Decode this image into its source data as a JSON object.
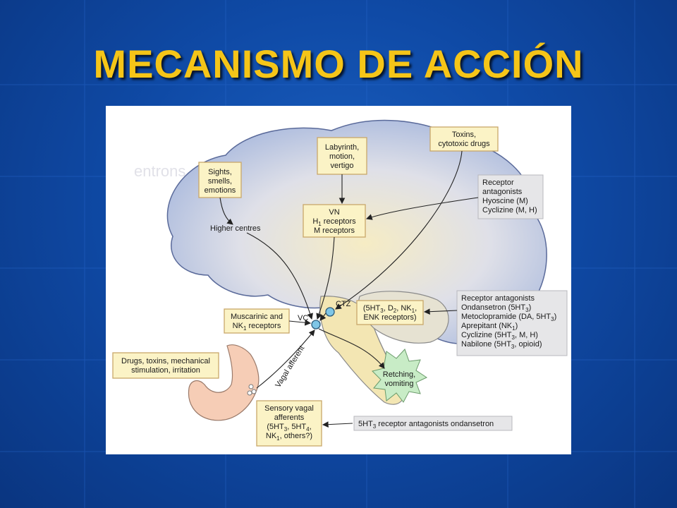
{
  "slide": {
    "title": "MECANISMO DE ACCIÓN"
  },
  "colors": {
    "background": "#0f4aa6",
    "title": "#f5c518",
    "box_fill": "#fbf3c6",
    "box_stroke": "#c9a76a",
    "grey_panel": "#e6e6e8",
    "brain_fill": "#f3e6b3",
    "stomach_fill": "#f6cdb6",
    "star_fill": "#c8ecc6"
  },
  "diagram": {
    "ghost_text": "entrons",
    "boxes": {
      "sights": [
        "Sights,",
        "smells,",
        "emotions"
      ],
      "labyrinth": [
        "Labyrinth,",
        "motion,",
        "vertigo"
      ],
      "toxins": [
        "Toxins,",
        "cytotoxic drugs"
      ],
      "vn": [
        "VN",
        "H",
        " receptors",
        "M receptors"
      ],
      "muscarinic": [
        "Muscarinic and",
        "NK",
        " receptors"
      ],
      "ctz_receptors": [
        "(5HT",
        ", D",
        ", NK",
        ",",
        "ENK receptors)"
      ],
      "drugs": [
        "Drugs, toxins, mechanical",
        "stimulation, irritation"
      ],
      "sensory": [
        "Sensory vagal",
        "afferents",
        "(5HT",
        ", 5HT",
        ",",
        "NK",
        ", others?)"
      ]
    },
    "panels": {
      "receptor_top": [
        "Receptor",
        "antagonists",
        "Hyoscine (M)",
        "Cyclizine (M, H)"
      ],
      "receptor_right": [
        "Receptor antagonists",
        "Ondansetron (5HT",
        ")",
        "Metoclopramide (DA, 5HT",
        ")",
        "Aprepitant (NK",
        ")",
        "Cyclizine (5HT",
        ", M, H)",
        "Nabilone (5HT",
        ", opioid)"
      ],
      "bottom": [
        "5HT",
        " receptor antagonists ondansetron"
      ]
    },
    "labels": {
      "higher_centres": "Higher centres",
      "ctz": "CTZ",
      "vc": "VC",
      "vagal_afferent": "Vagal afferent",
      "retching": [
        "Retching,",
        "vomiting"
      ]
    },
    "subscripts": {
      "one": "1",
      "two": "2",
      "three": "3",
      "four": "4"
    }
  }
}
